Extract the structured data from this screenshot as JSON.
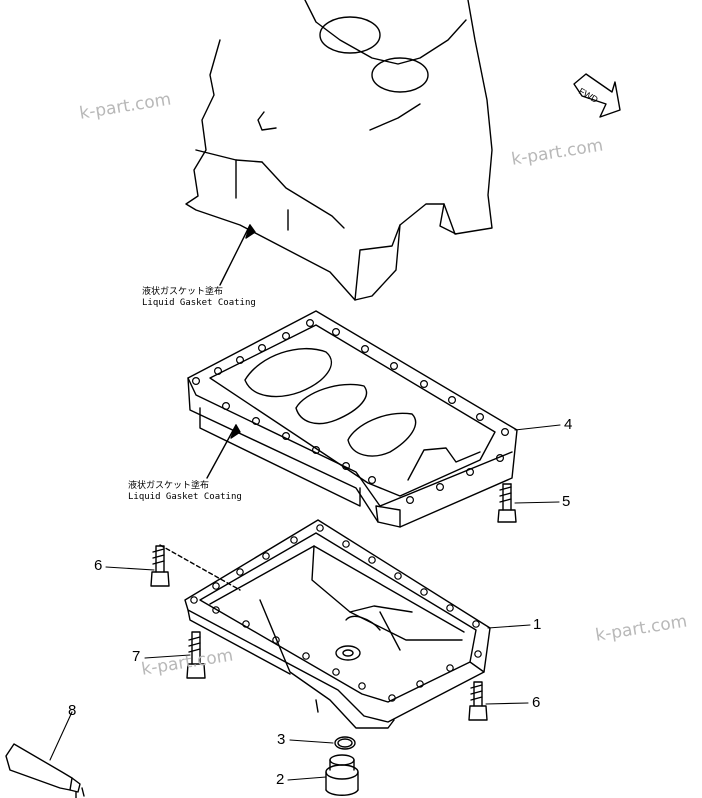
{
  "watermark": "k-part.com",
  "fwd_label": "FWD",
  "notes": [
    {
      "jp": "液状ガスケット塗布",
      "en": "Liquid Gasket Coating"
    },
    {
      "jp": "液状ガスケット塗布",
      "en": "Liquid Gasket Coating"
    }
  ],
  "callouts": [
    "4",
    "5",
    "6",
    "1",
    "7",
    "6",
    "8",
    "3",
    "2"
  ]
}
